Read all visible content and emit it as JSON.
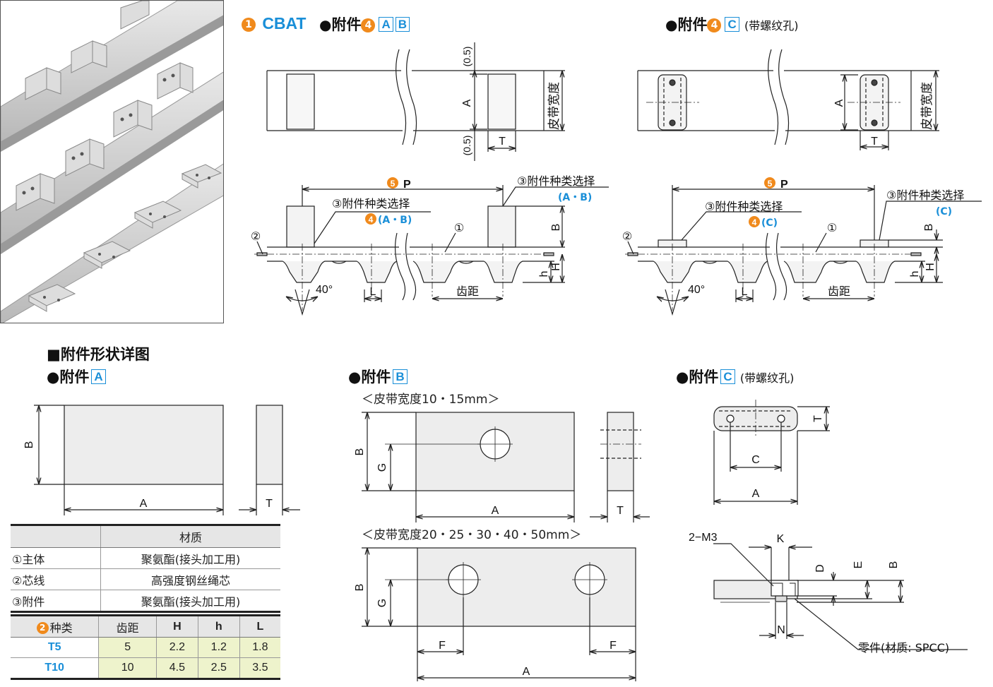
{
  "header": {
    "series_num": "1",
    "series_name": "CBAT",
    "attach_ab_title": "附件",
    "attach_num": "4",
    "label_a": "A",
    "label_b": "B",
    "attach_c_title": "附件",
    "label_c": "C",
    "tapped_note": "(带螺纹孔)"
  },
  "top_diagram": {
    "clearance_top": "(0.5)",
    "clearance_bottom": "(0.5)",
    "dim_a": "A",
    "dim_t": "T",
    "belt_width": "皮带宽度",
    "pitch_num": "5",
    "pitch_label": "P",
    "callout_type_select": "③附件种类选择",
    "callout_ab": "(A・B)",
    "callout_ab_num": "4",
    "callout_c": "(C)",
    "callout_c_num": "4",
    "callout_1": "①",
    "callout_2": "②",
    "dim_b": "B",
    "dim_h_small": "h",
    "dim_h_big": "H",
    "angle": "40°",
    "dim_l": "L",
    "tooth_pitch": "齿距"
  },
  "detail": {
    "section_title": "■附件形状详图",
    "attach_a": "●附件",
    "attach_a_label": "A",
    "attach_b": "●附件",
    "attach_b_label": "B",
    "attach_c": "●附件",
    "attach_c_label": "C",
    "attach_c_note": "(带螺纹孔)",
    "b_width_small": "＜皮带宽度10・15mm＞",
    "b_width_large": "＜皮带宽度20・25・30・40・50mm＞",
    "dim_a": "A",
    "dim_b": "B",
    "dim_t": "T",
    "dim_g": "G",
    "dim_f": "F",
    "dim_c": "C",
    "dim_k": "K",
    "dim_d": "D",
    "dim_e": "E",
    "dim_n": "N",
    "thread": "2−M3",
    "part_note": "零件(材质: SPCC)"
  },
  "material_table": {
    "header": [
      "",
      "材质"
    ],
    "rows": [
      [
        "①主体",
        "聚氨酯(接头加工用)"
      ],
      [
        "②芯线",
        "高强度钢丝绳芯"
      ],
      [
        "③附件",
        "聚氨酯(接头加工用)"
      ]
    ]
  },
  "type_table": {
    "header_num": "2",
    "header": [
      "种类",
      "齿距",
      "H",
      "h",
      "L"
    ],
    "rows": [
      [
        "T5",
        "5",
        "2.2",
        "1.2",
        "1.8"
      ],
      [
        "T10",
        "10",
        "4.5",
        "2.5",
        "3.5"
      ]
    ]
  }
}
